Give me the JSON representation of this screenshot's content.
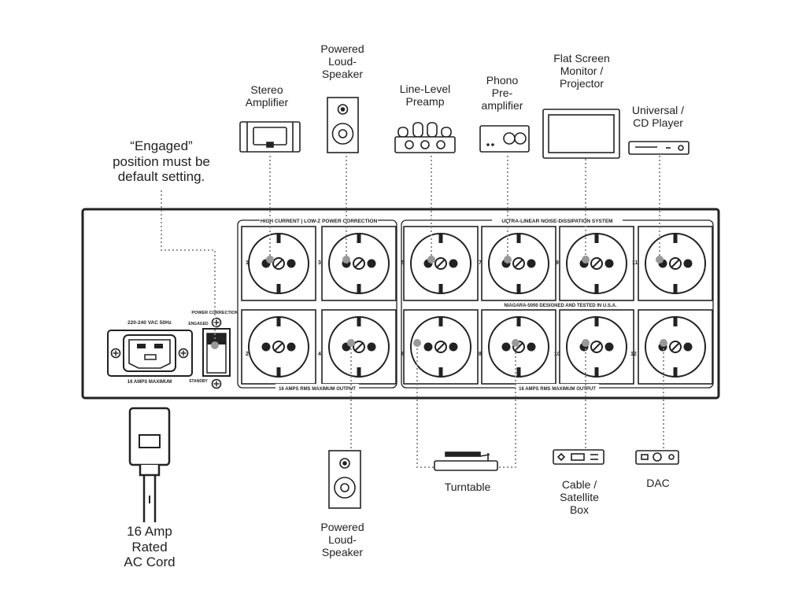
{
  "devices_top": {
    "stereo_amplifier": "Stereo\nAmplifier",
    "powered_speaker_top": "Powered\nLoud-\nSpeaker",
    "line_level_preamp": "Line-Level\nPreamp",
    "phono_preamp": "Phono\nPre-\namplifier",
    "flat_screen": "Flat Screen\nMonitor /\nProjector",
    "universal_player": "Universal /\nCD Player"
  },
  "devices_bottom": {
    "powered_speaker_bottom": "Powered\nLoud-\nSpeaker",
    "turntable": "Turntable",
    "cable_box": "Cable /\nSatellite\nBox",
    "dac": "DAC"
  },
  "notes": {
    "engaged": "“Engaged”\nposition must be\ndefault setting.",
    "ac_cord": "16 Amp\nRated\nAC Cord"
  },
  "panel": {
    "high_current_title": "HIGH CURRENT | LOW-Z POWER CORRECTION",
    "ultra_linear_title": "ULTRA-LINEAR NOISE-DISSIPATION SYSTEM",
    "niagara_text": "NIAGARA-5000  DESIGNED AND TESTED IN U.S.A.",
    "max_output_left": "16 AMPS RMS MAXIMUM OUTPUT",
    "max_output_right": "16 AMPS RMS MAXIMUM OUTPUT",
    "input_rating": "220-240 VAC 50Hz",
    "input_max": "16 AMPS MAXIMUM",
    "power_correction": "POWER CORRECTION",
    "engaged_label": "ENGAGED",
    "standby_label": "STANDBY",
    "outlet_numbers": [
      "1",
      "3",
      "5",
      "7",
      "9",
      "11",
      "2",
      "4",
      "6",
      "8",
      "10",
      "12"
    ]
  }
}
